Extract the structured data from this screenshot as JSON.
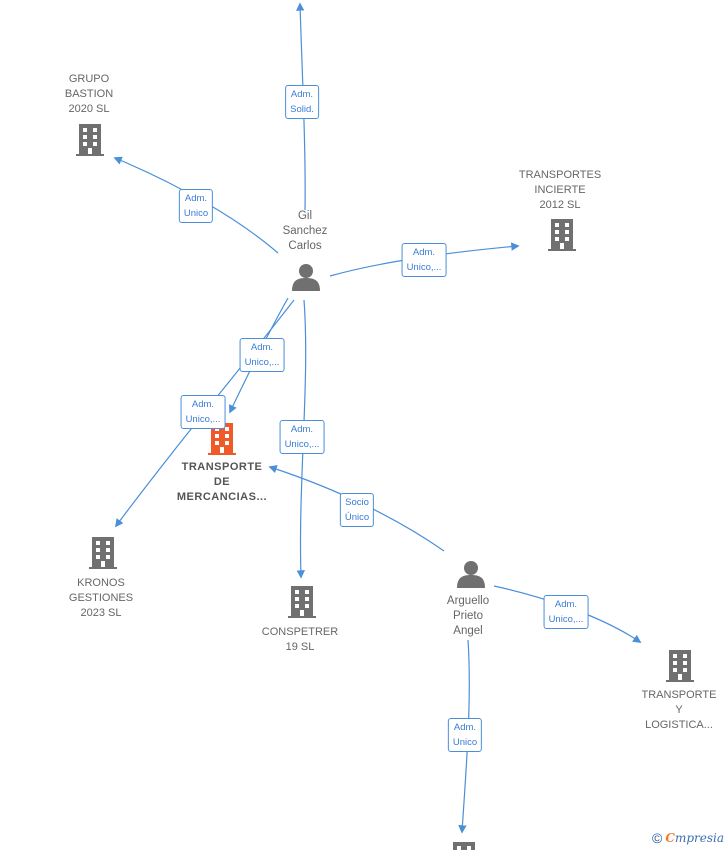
{
  "colors": {
    "edge": "#4a8fd8",
    "building": "#707070",
    "highlight": "#f05a28",
    "person": "#707070"
  },
  "nodes": {
    "grupo_bastion": {
      "label": "GRUPO\nBASTION\n2020  SL",
      "icon": "building-icon"
    },
    "transportes_incierte": {
      "label": "TRANSPORTES\nINCIERTE\n2012 SL",
      "icon": "building-icon"
    },
    "gil_sanchez": {
      "label": "Gil\nSanchez\nCarlos",
      "icon": "person-icon"
    },
    "transporte_mercancias": {
      "label": "TRANSPORTE\nDE\nMERCANCIAS...",
      "icon": "building-icon"
    },
    "kronos": {
      "label": "KRONOS\nGESTIONES\n2023  SL",
      "icon": "building-icon"
    },
    "conspetrer": {
      "label": "CONSPETRER\n19  SL",
      "icon": "building-icon"
    },
    "arguello": {
      "label": "Arguello\nPrieto\nAngel",
      "icon": "person-icon"
    },
    "transporte_logistica": {
      "label": "TRANSPORTE\nY\nLOGISTICA...",
      "icon": "building-icon"
    },
    "bottom_company": {
      "label": "",
      "icon": "building-icon"
    }
  },
  "edges": {
    "e_top": "Adm.\nSolid.",
    "e_grupo": "Adm.\nUnico",
    "e_incierte": "Adm.\nUnico,...",
    "e_tm1": "Adm.\nUnico,...",
    "e_tm2": "Adm.\nUnico,...",
    "e_conspetrer": "Adm.\nUnico,...",
    "e_socio": "Socio\nÚnico",
    "e_logistica": "Adm.\nUnico,...",
    "e_bottom": "Adm.\nUnico"
  },
  "brand": {
    "copyright": "©",
    "first": "C",
    "rest": "mpresia"
  }
}
